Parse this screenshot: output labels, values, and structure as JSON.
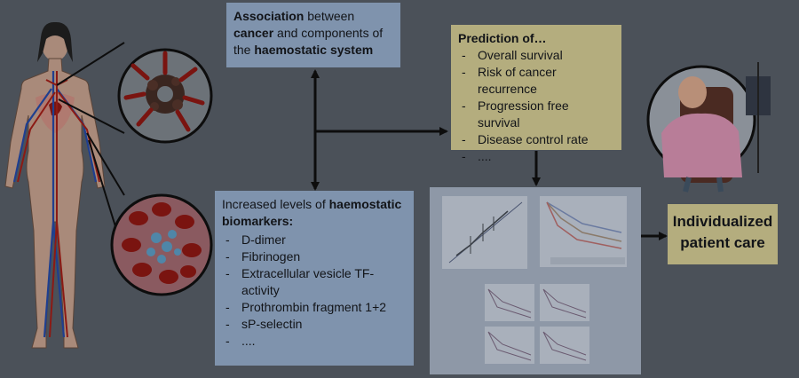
{
  "association_box": {
    "segments": [
      {
        "text": "Association",
        "bold": true
      },
      {
        "text": " between ",
        "bold": false
      },
      {
        "text": "cancer",
        "bold": true
      },
      {
        "text": " and components of the ",
        "bold": false
      },
      {
        "text": "haemostatic system",
        "bold": true
      }
    ]
  },
  "prediction_box": {
    "title": "Prediction of…",
    "items": [
      "Overall survival",
      "Risk of cancer recurrence",
      "Progression free survival",
      "Disease control rate",
      "...."
    ]
  },
  "biomarker_box": {
    "intro": "Increased levels of ",
    "intro_bold": "haemostatic biomarkers",
    "intro_end": ":",
    "items": [
      "D-dimer",
      "Fibrinogen",
      "Extracellular vesicle TF-activity",
      "Prothrombin fragment 1+2",
      "sP-selectin",
      "...."
    ]
  },
  "outcome_box": {
    "line1": "Individualized",
    "line2": "patient care"
  },
  "bullet": "-",
  "colors": {
    "background": "#4b5159",
    "blue_box": "#7f93ad",
    "sand_box": "#b4ad7e",
    "chart_panel": "#8e98a7",
    "arrow": "#0d0d0d"
  }
}
